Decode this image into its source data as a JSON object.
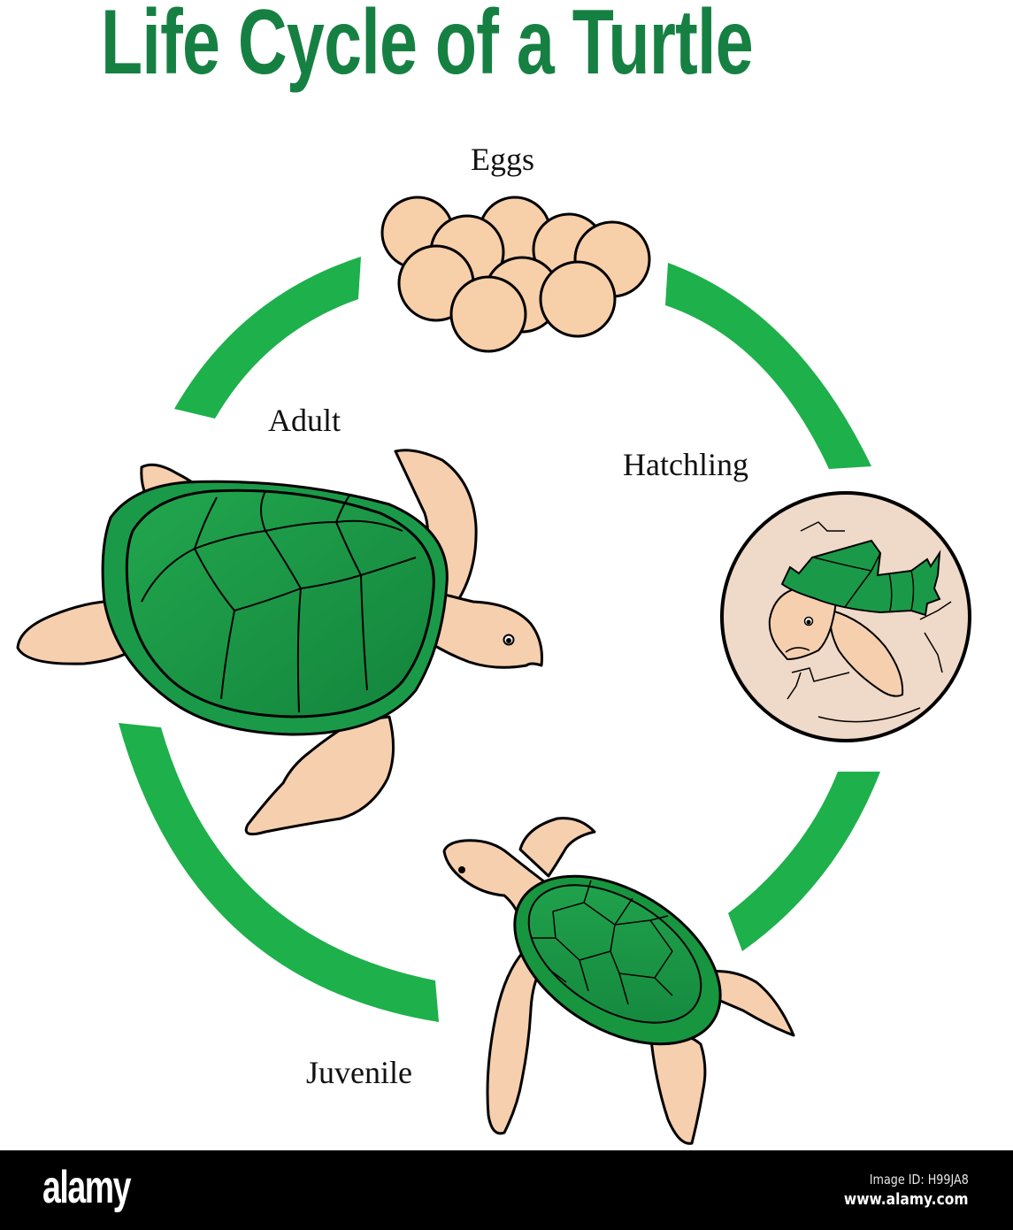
{
  "title": "Life Cycle of a Turtle",
  "colors": {
    "title": "#168043",
    "cycle_arrow": "#1db04b",
    "shell_light": "#22a64e",
    "shell_dark": "#13853c",
    "skin": "#f6cfae",
    "egg": "#f7cfa9",
    "hatchling_bg": "#efd9c8",
    "outline": "#000000",
    "footer_bg": "#000000"
  },
  "stages": [
    {
      "id": "eggs",
      "label": "Eggs",
      "icon": "egg-cluster-icon"
    },
    {
      "id": "hatchling",
      "label": "Hatchling",
      "icon": "hatchling-turtle-icon"
    },
    {
      "id": "juvenile",
      "label": "Juvenile",
      "icon": "juvenile-turtle-icon"
    },
    {
      "id": "adult",
      "label": "Adult",
      "icon": "adult-turtle-icon"
    }
  ],
  "cycle": {
    "arcs": 4,
    "egg_count": 9
  },
  "footer": {
    "logo": "alamy",
    "image_id": "Image ID: H99JA8",
    "website": "www.alamy.com"
  }
}
